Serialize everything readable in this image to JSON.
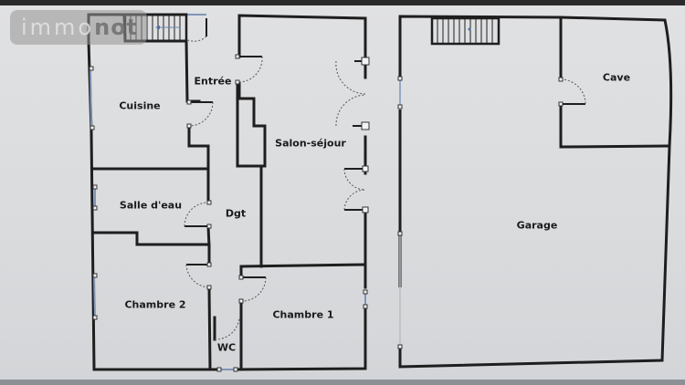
{
  "watermark": {
    "part1": "immo",
    "part2": "not"
  },
  "colors": {
    "wall": "#1e1e1e",
    "window": "#7f95b8",
    "paper": "#dcdddf",
    "door_arc": "#555555"
  },
  "plan_left": {
    "rooms": [
      {
        "id": "cuisine",
        "label": "Cuisine"
      },
      {
        "id": "entree",
        "label": "Entrée"
      },
      {
        "id": "salon",
        "label": "Salon-séjour"
      },
      {
        "id": "salle_eau",
        "label": "Salle d'eau"
      },
      {
        "id": "dgt",
        "label": "Dgt"
      },
      {
        "id": "chambre2",
        "label": "Chambre 2"
      },
      {
        "id": "chambre1",
        "label": "Chambre 1"
      },
      {
        "id": "wc",
        "label": "WC"
      }
    ]
  },
  "plan_right": {
    "rooms": [
      {
        "id": "cave",
        "label": "Cave"
      },
      {
        "id": "garage",
        "label": "Garage"
      }
    ]
  }
}
